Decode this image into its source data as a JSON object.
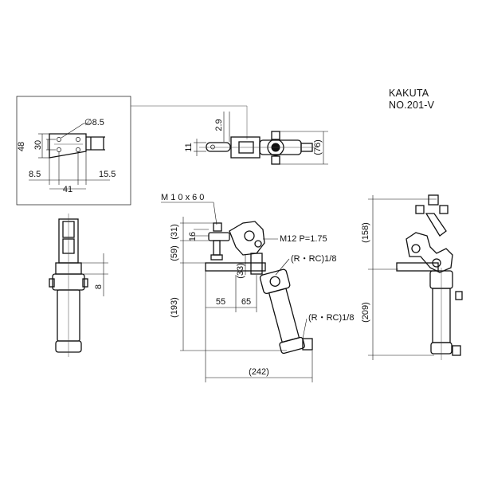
{
  "title": {
    "maker": "KAKUTA",
    "model": "NO.201-V"
  },
  "detail_view": {
    "hole_label": "∅8.5",
    "dims": {
      "height_outer": "48",
      "height_inner": "30",
      "left_edge": "8.5",
      "right_edge": "15.5",
      "span": "41"
    }
  },
  "top_view": {
    "dims": {
      "vertical": "2.9",
      "height": "11",
      "overall": "(76)"
    }
  },
  "front_view": {
    "dims": {
      "offset": "8"
    }
  },
  "side_view": {
    "callouts": {
      "bolt": "M 1 0 x 6 0",
      "thread": "M12 P=1.75",
      "port_upper": "(R・RC)1/8",
      "port_lower": "(R・RC)1/8"
    },
    "dims": {
      "upper_height": "(31)",
      "bolt_step": "16",
      "bolt_total": "(59)",
      "arm_offset": "(33)",
      "overall_height": "(193)",
      "base_left": "55",
      "base_right": "65",
      "overall_width": "(242)"
    }
  },
  "right_view": {
    "dims": {
      "upper_height": "(158)",
      "lower_height": "(209)"
    }
  }
}
